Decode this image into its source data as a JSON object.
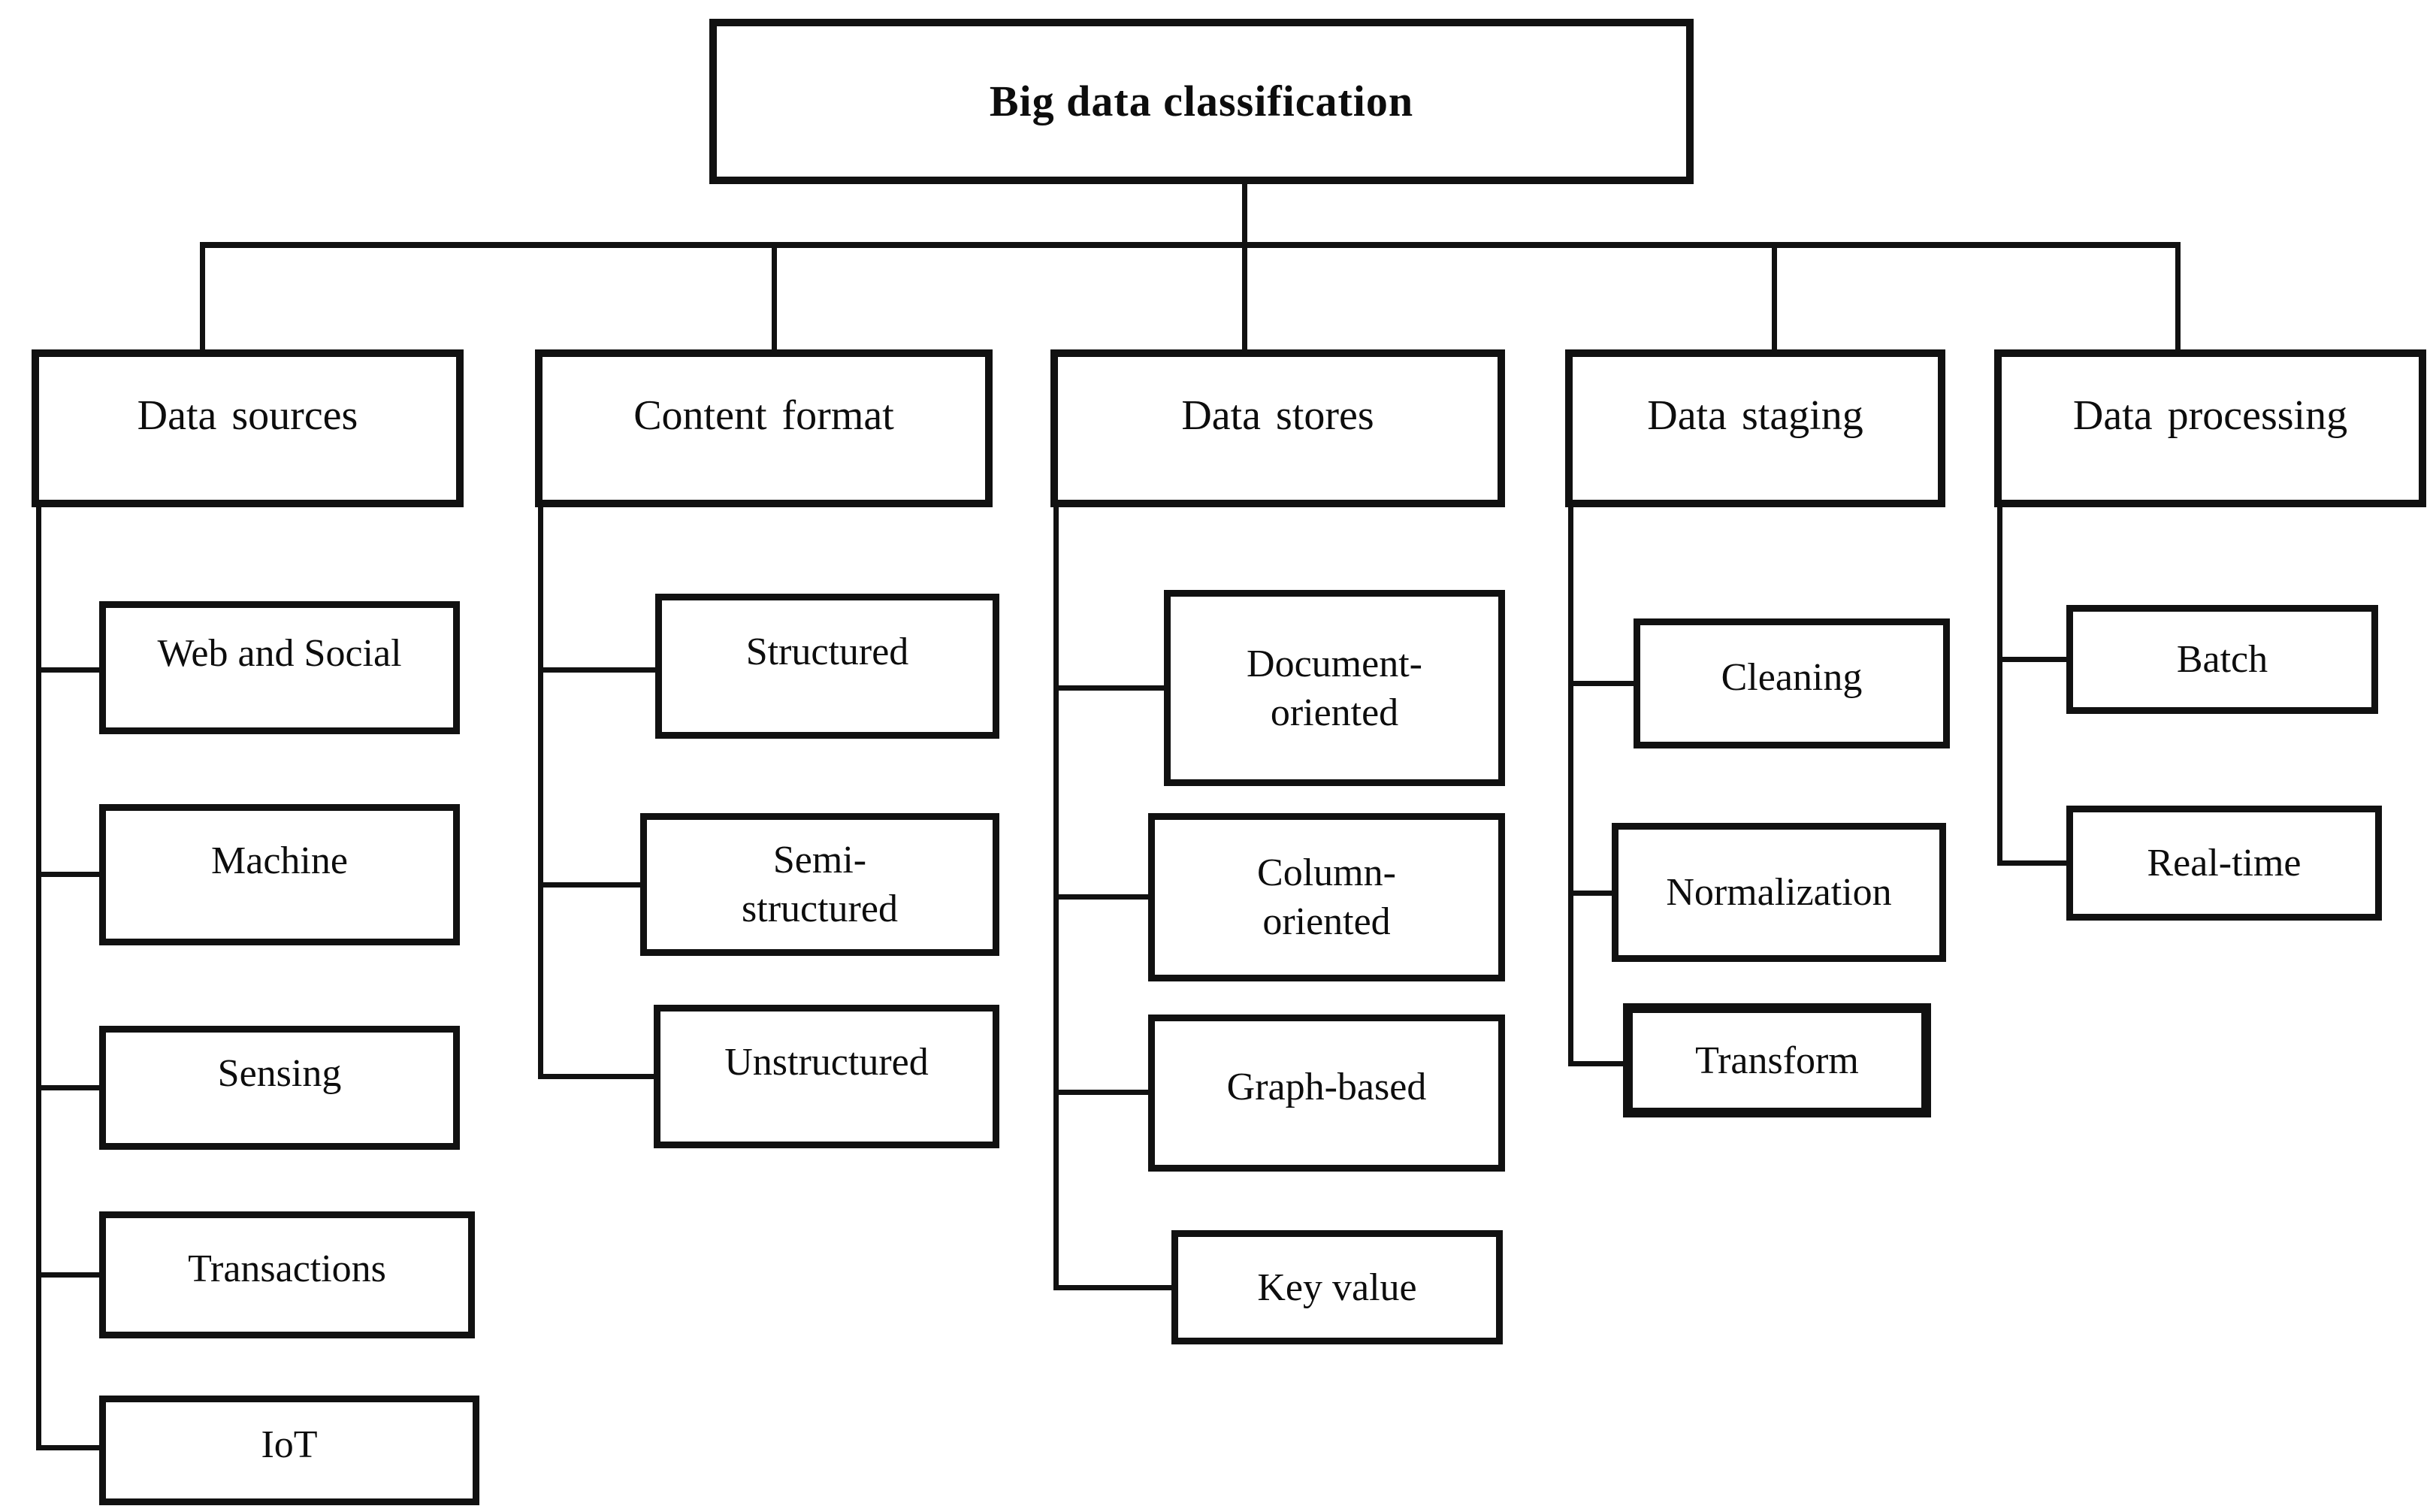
{
  "title": "Big data classification",
  "colors": {
    "line": "#111111",
    "background": "#ffffff",
    "text": "#0d0d0d"
  },
  "columns": [
    {
      "label": "Data sources",
      "children": [
        "Web and Social",
        "Machine",
        "Sensing",
        "Transactions",
        "IoT"
      ]
    },
    {
      "label": "Content format",
      "children": [
        "Structured",
        "Semi-\nstructured",
        "Unstructured"
      ]
    },
    {
      "label": "Data stores",
      "children": [
        "Document-\noriented",
        "Column-\noriented",
        "Graph-based",
        "Key value"
      ]
    },
    {
      "label": "Data staging",
      "children": [
        "Cleaning",
        "Normalization",
        "Transform"
      ]
    },
    {
      "label": "Data processing",
      "children": [
        "Batch",
        "Real-time"
      ]
    }
  ]
}
